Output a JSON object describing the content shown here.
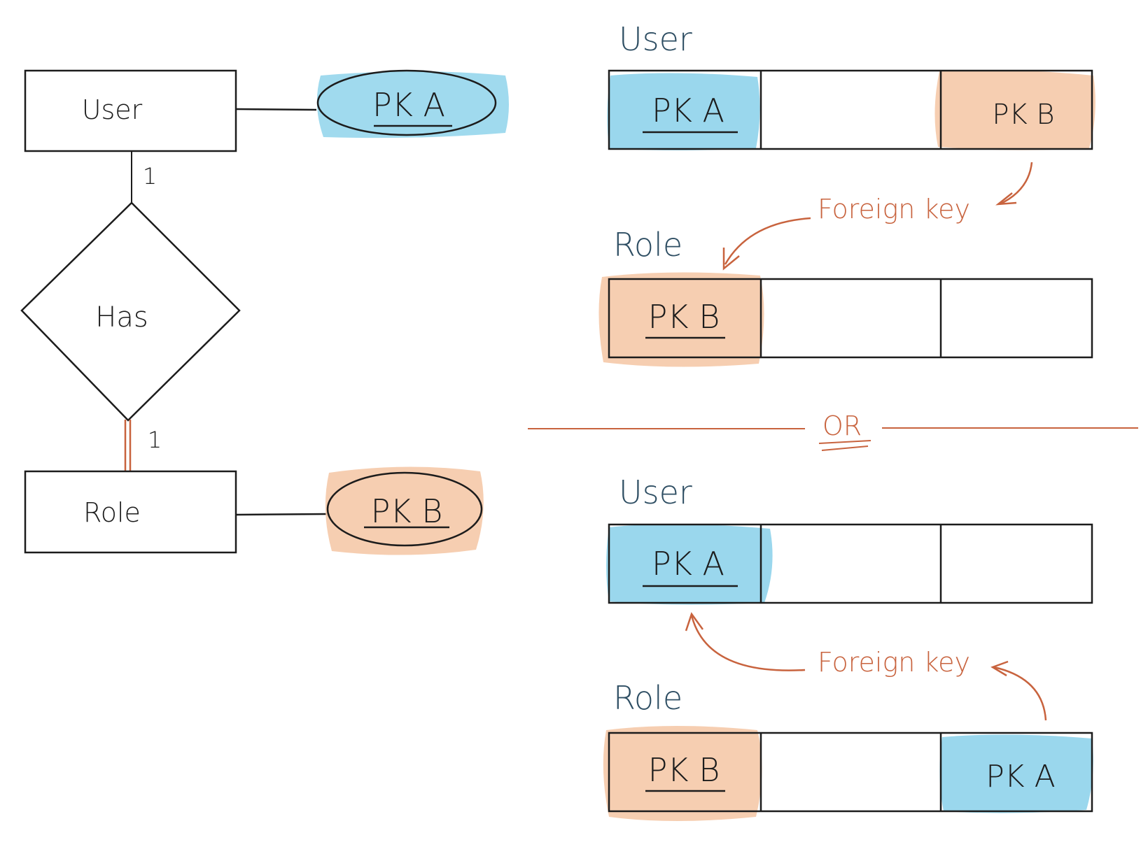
{
  "colors": {
    "blue_highlight": "#8fd3eb",
    "orange_highlight": "#f5c9a8",
    "accent_rust": "#c8633e",
    "label_navy": "#2e4e63",
    "ink": "#1c1c1c"
  },
  "er": {
    "user_entity": "User",
    "user_key": "PK A",
    "relationship": "Has",
    "card_top": "1",
    "card_bottom": "1",
    "role_entity": "Role",
    "role_key": "PK B"
  },
  "option1": {
    "user_label": "User",
    "user_pk": "PK A",
    "user_fk": "PK B",
    "fk_label": "Foreign key",
    "role_label": "Role",
    "role_pk": "PK B"
  },
  "separator": "OR",
  "option2": {
    "user_label": "User",
    "user_pk": "PK A",
    "fk_label": "Foreign key",
    "role_label": "Role",
    "role_pk": "PK B",
    "role_fk": "PK A"
  }
}
